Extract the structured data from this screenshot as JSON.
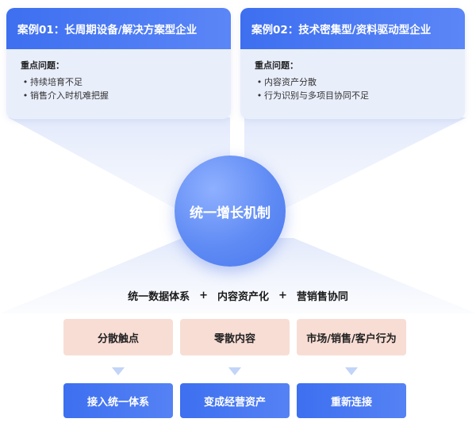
{
  "cases": [
    {
      "title": "案例01：长周期设备/解决方案型企业",
      "issue_title": "重点问题：",
      "issues": [
        "持续培育不足",
        "销售介入时机难把握"
      ]
    },
    {
      "title": "案例02：技术密集型/资料驱动型企业",
      "issue_title": "重点问题：",
      "issues": [
        "内容资产分散",
        "行为识别与多项目协同不足"
      ]
    }
  ],
  "core": {
    "label": "统一增长机制"
  },
  "formula": {
    "part1": "统一数据体系",
    "plus1": "+",
    "part2": "内容资产化",
    "plus2": "+",
    "part3": "营销售协同"
  },
  "scattered": [
    "分散触点",
    "零散内容",
    "市场/销售/客户行为"
  ],
  "results": [
    "接入统一体系",
    "变成经营资产",
    "重新连接"
  ],
  "colors": {
    "primary_blue": "#3d6ff0",
    "card_bg": "#e9eefb",
    "peach": "#f8ddd4",
    "arrow": "#c2d4f7"
  }
}
